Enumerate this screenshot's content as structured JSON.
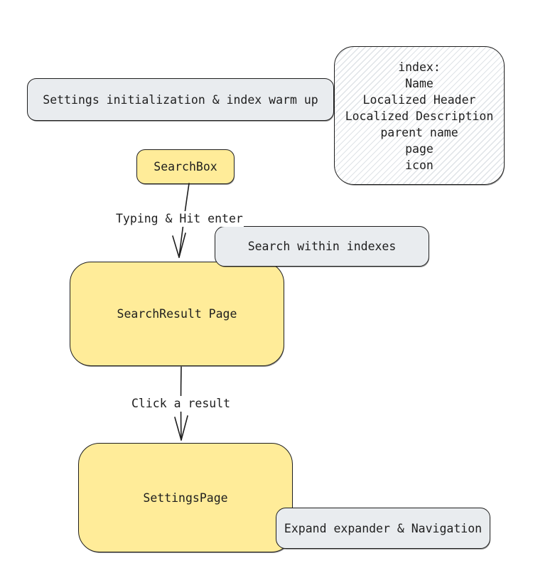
{
  "colors": {
    "node_yellow": "#ffec99",
    "node_gray": "#e9ecef",
    "stroke": "#1e1e1e",
    "hatch_line": "#dfe3e7"
  },
  "nodes": {
    "settings_init": {
      "label": "Settings initialization & index warm up"
    },
    "index_note": {
      "lines": [
        "index:",
        "Name",
        "Localized Header",
        "Localized Description",
        "parent name",
        "page",
        "icon"
      ]
    },
    "searchbox": {
      "label": "SearchBox"
    },
    "search_within": {
      "label": "Search within indexes"
    },
    "searchresult": {
      "label": "SearchResult Page"
    },
    "settingspage": {
      "label": "SettingsPage"
    },
    "expand_nav": {
      "label": "Expand expander & Navigation"
    }
  },
  "arrows": [
    {
      "label": "Typing & Hit enter"
    },
    {
      "label": "Click a result"
    }
  ]
}
